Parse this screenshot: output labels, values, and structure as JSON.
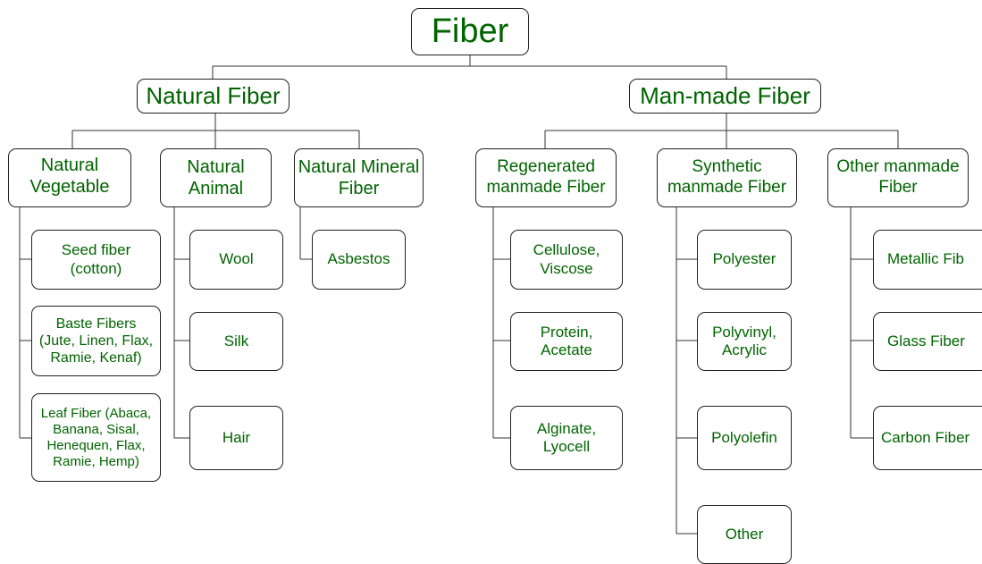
{
  "diagram": {
    "root": "Fiber",
    "natural": {
      "title": "Natural Fiber",
      "vegetable": {
        "title": "Natural\nVegetable",
        "items": [
          "Seed fiber\n(cotton)",
          "Baste Fibers\n(Jute, Linen, Flax,\nRamie, Kenaf)",
          "Leaf Fiber (Abaca,\nBanana, Sisal,\nHenequen, Flax,\nRamie, Hemp)"
        ]
      },
      "animal": {
        "title": "Natural\nAnimal",
        "items": [
          "Wool",
          "Silk",
          "Hair"
        ]
      },
      "mineral": {
        "title": "Natural Mineral\nFiber",
        "items": [
          "Asbestos"
        ]
      }
    },
    "manmade": {
      "title": "Man-made Fiber",
      "regenerated": {
        "title": "Regenerated\nmanmade Fiber",
        "items": [
          "Cellulose,\nViscose",
          "Protein,\nAcetate",
          "Alginate,\nLyocell"
        ]
      },
      "synthetic": {
        "title": "Synthetic\nmanmade Fiber",
        "items": [
          "Polyester",
          "Polyvinyl,\nAcrylic",
          "Polyolefin",
          "Other"
        ]
      },
      "other": {
        "title": "Other manmade\nFiber",
        "items": [
          "Metallic Fib",
          "Glass Fiber",
          "Carbon Fiber"
        ]
      }
    }
  }
}
